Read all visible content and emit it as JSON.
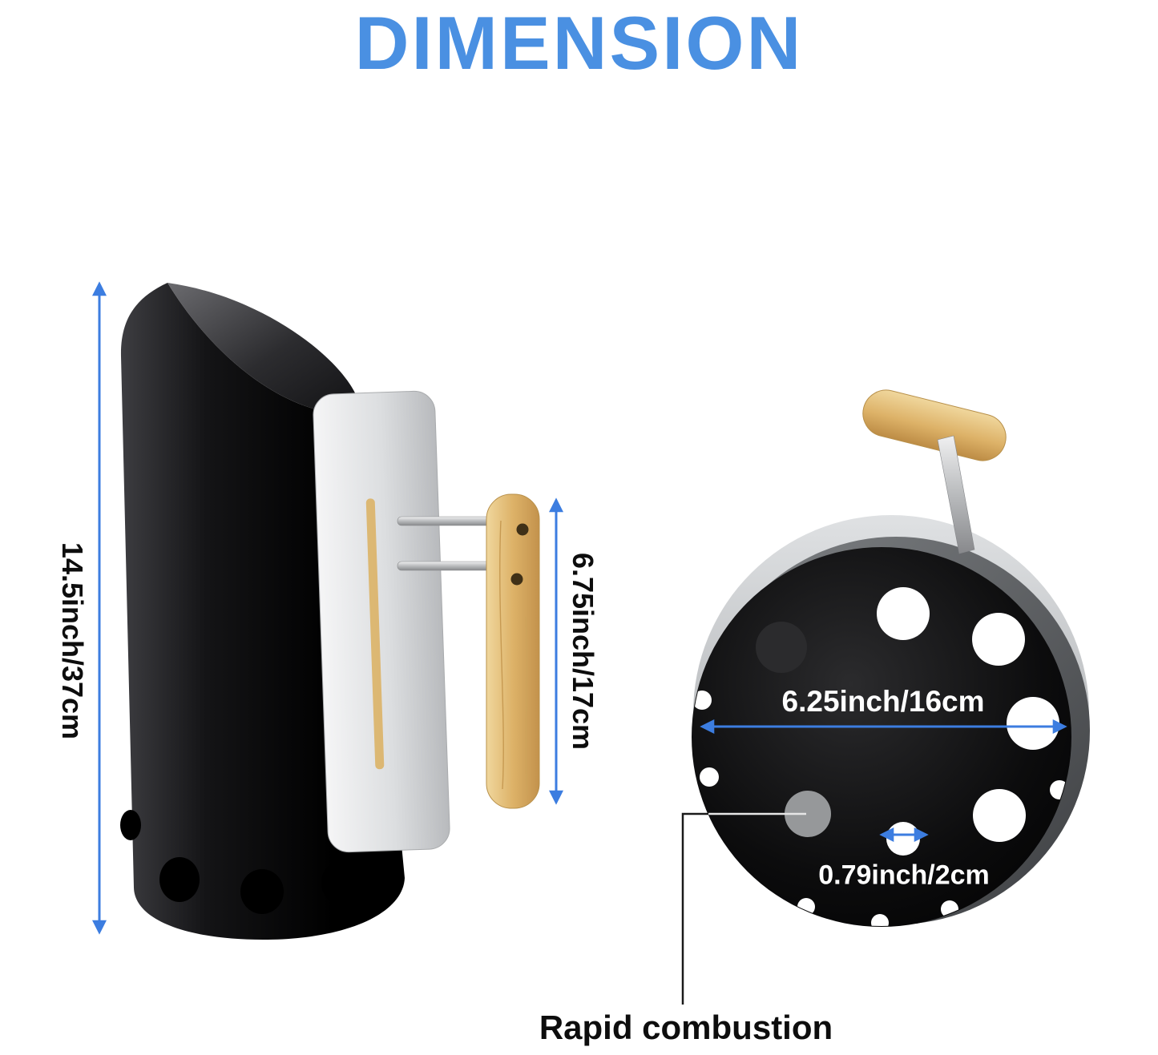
{
  "title": "DIMENSION",
  "colors": {
    "title_blue": "#4A90E2",
    "arrow_blue": "#3C7DE0",
    "label_black": "#0D0D0D",
    "label_white": "#FFFFFF",
    "product_body_black": "#0A0A0A",
    "heat_shield_steel": "#D7D9DB",
    "handle_wood_tan": "#DDB268"
  },
  "side_view": {
    "height_label": "14.5inch/37cm",
    "handle_height_label": "6.75inch/17cm"
  },
  "bottom_view": {
    "diameter_label": "6.25inch/16cm",
    "hole_diameter_label": "0.79inch/2cm",
    "callout_label": "Rapid combustion"
  }
}
